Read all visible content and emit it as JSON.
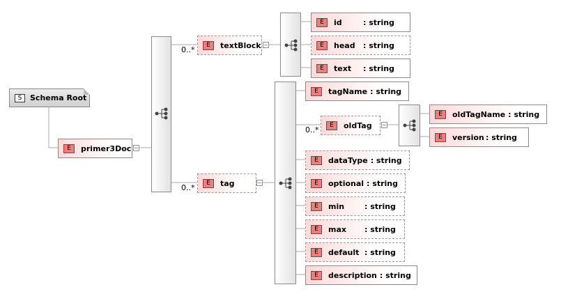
{
  "root": {
    "badge": "S",
    "label": "Schema Root"
  },
  "badge_letter": "E",
  "toggle_symbol": "−",
  "cardinality": "0..*",
  "type_sep": ": string",
  "primer": {
    "name": "primer3Doc"
  },
  "textBlock": {
    "name": "textBlock",
    "children": [
      {
        "name": "id",
        "type": ": string"
      },
      {
        "name": "head",
        "type": ": string"
      },
      {
        "name": "text",
        "type": ": string"
      }
    ]
  },
  "tag": {
    "name": "tag",
    "children": [
      {
        "name": "tagName",
        "type": ": string"
      },
      {
        "name": "oldTag",
        "type": ""
      },
      {
        "name": "dataType",
        "type": ": string"
      },
      {
        "name": "optional",
        "type": ": string"
      },
      {
        "name": "min",
        "type": ": string"
      },
      {
        "name": "max",
        "type": ": string"
      },
      {
        "name": "default",
        "type": ": string"
      },
      {
        "name": "description",
        "type": ": string"
      }
    ]
  },
  "oldTag": {
    "children": [
      {
        "name": "oldTagName",
        "type": ": string"
      },
      {
        "name": "version",
        "type": ": string"
      }
    ]
  },
  "colors": {
    "element_fill": "#ffd9d9",
    "badge_fill": "#f07c7c",
    "border": "#8a8a8a"
  }
}
